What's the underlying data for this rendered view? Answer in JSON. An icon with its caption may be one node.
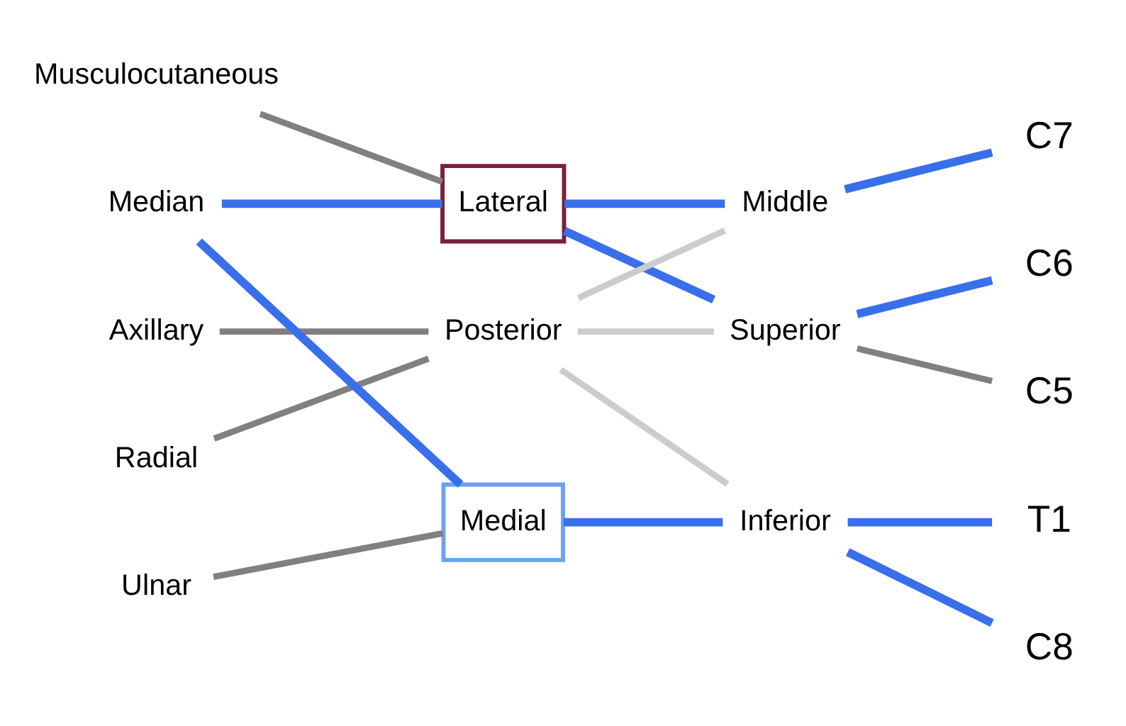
{
  "diagram": {
    "nodes": [
      {
        "text": [
          "C5"
        ]
      },
      {
        "text": [
          "Musculocutaneous"
        ]
      },
      {
        "text": [
          "Lateral"
        ]
      },
      {
        "text": [
          "Superior"
        ]
      },
      {
        "text": [
          "C6"
        ]
      },
      {
        "text": [
          "Axillary"
        ]
      },
      {
        "text": [
          "Median"
        ]
      },
      {
        "text": [
          "Posterior"
        ]
      },
      {
        "text": [
          "Middle"
        ]
      },
      {
        "text": [
          "C7"
        ]
      },
      {
        "text": [
          "Radial"
        ]
      },
      {
        "text": [
          "C8"
        ]
      },
      {
        "text": [
          "Ulnar"
        ]
      },
      {
        "text": [
          "Medial"
        ]
      },
      {
        "text": [
          "Inferior"
        ]
      },
      {
        "text": [
          "T1"
        ]
      }
    ],
    "edges": [
      {
        "from": 0,
        "to": 3,
        "arrow": "none",
        "color": "#808080"
      },
      {
        "from": 4,
        "to": 3,
        "arrow": "none"
      },
      {
        "from": 9,
        "to": 8,
        "arrow": "none"
      },
      {
        "from": 11,
        "to": 14,
        "arrow": "none"
      },
      {
        "from": 15,
        "to": 14,
        "arrow": "none"
      },
      {
        "from": 3,
        "to": 2,
        "arrow": "none"
      },
      {
        "from": 8,
        "to": 2,
        "arrow": "none"
      },
      {
        "from": 3,
        "to": 7,
        "arrow": "none",
        "color": "#cccccc"
      },
      {
        "from": 8,
        "to": 7,
        "arrow": "none",
        "color": "#cccccc"
      },
      {
        "from": 14,
        "to": 7,
        "arrow": "none",
        "color": "#cccccc"
      },
      {
        "from": 14,
        "to": 13,
        "arrow": "none"
      },
      {
        "from": 2,
        "to": 1,
        "arrow": "none",
        "color": "#808080"
      },
      {
        "from": 2,
        "to": 6,
        "arrow": "none"
      },
      {
        "from": 7,
        "to": 5,
        "arrow": "none",
        "color": "#808080"
      },
      {
        "from": 7,
        "to": 10,
        "arrow": "none",
        "color": "#808080"
      },
      {
        "from": 13,
        "to": 6,
        "arrow": "none"
      },
      {
        "from": 13,
        "to": 12,
        "arrow": "none",
        "color": "#808080"
      }
    ]
  }
}
